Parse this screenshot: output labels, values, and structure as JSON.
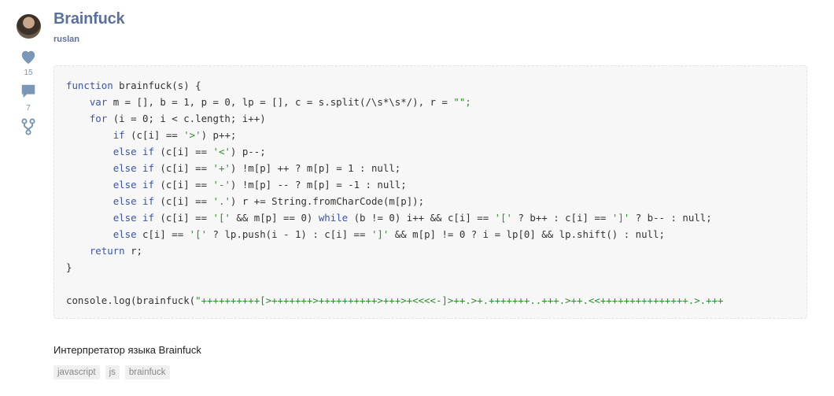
{
  "post": {
    "title": "Brainfuck",
    "author": "ruslan",
    "likes": "15",
    "comments": "7",
    "description": "Интерпретатор языка Brainfuck",
    "tags": [
      "javascript",
      "js",
      "brainfuck"
    ]
  },
  "icons": {
    "like": "heart-icon",
    "comment": "comment-icon",
    "fork": "fork-icon"
  },
  "colors": {
    "link": "#5a729b",
    "icon": "#7b97b8",
    "keyword": "#3a55a8",
    "string": "#2e8b2e"
  },
  "code": {
    "line1": "function brainfuck(s) {",
    "line2": "    var m = [], b = 1, p = 0, lp = [], c = s.split(/\\s*\\s*/), r = \"\";",
    "line3": "    for (i = 0; i < c.length; i++)",
    "line4": "        if (c[i] == '>') p++;",
    "line5": "        else if (c[i] == '<') p--;",
    "line6": "        else if (c[i] == '+') !m[p] ++ ? m[p] = 1 : null;",
    "line7": "        else if (c[i] == '-') !m[p] -- ? m[p] = -1 : null;",
    "line8": "        else if (c[i] == '.') r += String.fromCharCode(m[p]);",
    "line9": "        else if (c[i] == '[' && m[p] == 0) while (b != 0) i++ && c[i] == '[' ? b++ : c[i] == ']' ? b-- : null;",
    "line10": "        else c[i] == '[' ? lp.push(i - 1) : c[i] == ']' && m[p] != 0 ? i = lp[0] && lp.shift() : null;",
    "line11": "    return r;",
    "line12": "}",
    "line13": "",
    "line14": "console.log(brainfuck(\"++++++++++[>+++++++>++++++++++>+++>+<<<<-]>++.>+.+++++++..+++.>++.<<+++++++++++++++.>.+++"
  }
}
